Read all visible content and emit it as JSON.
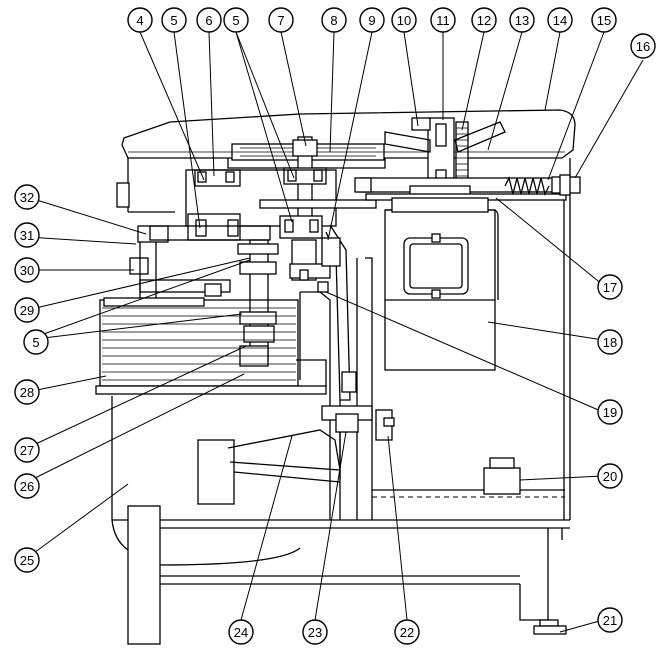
{
  "diagram": {
    "parts": [
      {
        "id": "p4",
        "label": "4"
      },
      {
        "id": "p5a",
        "label": "5"
      },
      {
        "id": "p6",
        "label": "6"
      },
      {
        "id": "p5b",
        "label": "5"
      },
      {
        "id": "p7",
        "label": "7"
      },
      {
        "id": "p8",
        "label": "8"
      },
      {
        "id": "p9",
        "label": "9"
      },
      {
        "id": "p10",
        "label": "10"
      },
      {
        "id": "p11",
        "label": "11"
      },
      {
        "id": "p12",
        "label": "12"
      },
      {
        "id": "p13",
        "label": "13"
      },
      {
        "id": "p14",
        "label": "14"
      },
      {
        "id": "p15",
        "label": "15"
      },
      {
        "id": "p16",
        "label": "16"
      },
      {
        "id": "p17",
        "label": "17"
      },
      {
        "id": "p18",
        "label": "18"
      },
      {
        "id": "p19",
        "label": "19"
      },
      {
        "id": "p20",
        "label": "20"
      },
      {
        "id": "p21",
        "label": "21"
      },
      {
        "id": "p22",
        "label": "22"
      },
      {
        "id": "p23",
        "label": "23"
      },
      {
        "id": "p24",
        "label": "24"
      },
      {
        "id": "p25",
        "label": "25"
      },
      {
        "id": "p26",
        "label": "26"
      },
      {
        "id": "p27",
        "label": "27"
      },
      {
        "id": "p28",
        "label": "28"
      },
      {
        "id": "p5c",
        "label": "5"
      },
      {
        "id": "p29",
        "label": "29"
      },
      {
        "id": "p30",
        "label": "30"
      },
      {
        "id": "p31",
        "label": "31"
      },
      {
        "id": "p32",
        "label": "32"
      }
    ]
  }
}
